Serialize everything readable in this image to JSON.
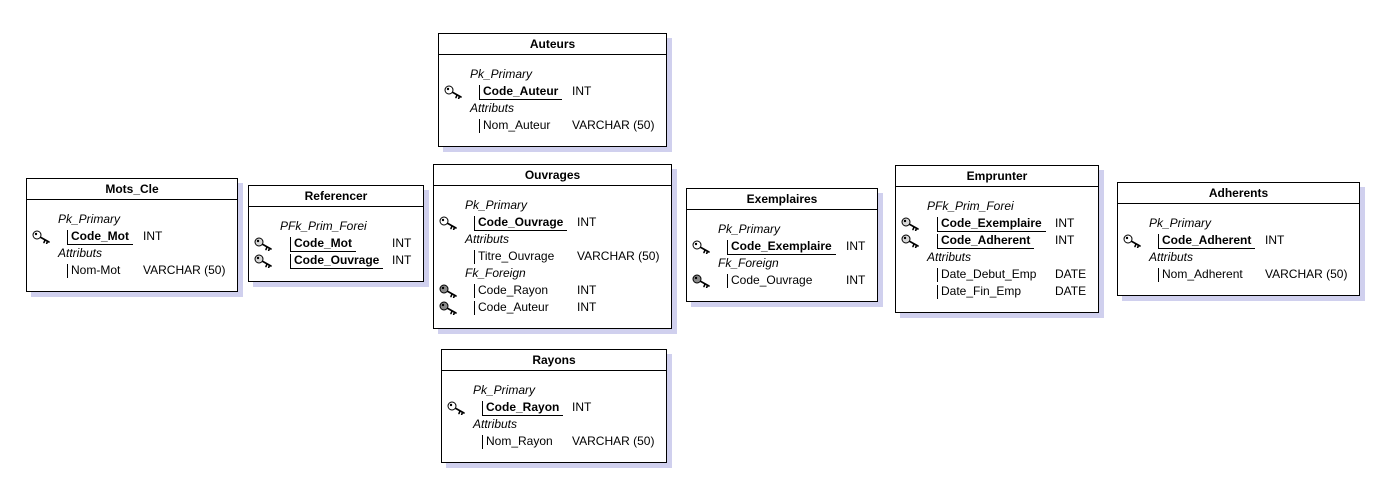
{
  "tables": [
    {
      "id": "mots-cle",
      "title": "Mots_Cle",
      "groups": [
        {
          "label": "Pk_Primary",
          "columns": [
            {
              "name": "Code_Mot",
              "type": "INT",
              "key": "primary"
            }
          ]
        },
        {
          "label": "Attributs",
          "columns": [
            {
              "name": "Nom-Mot",
              "type": "VARCHAR (50)",
              "key": null
            }
          ]
        }
      ]
    },
    {
      "id": "referencer",
      "title": "Referencer",
      "groups": [
        {
          "label": "PFk_Prim_Forei",
          "columns": [
            {
              "name": "Code_Mot",
              "type": "INT",
              "key": "prim-foreign"
            },
            {
              "name": "Code_Ouvrage",
              "type": "INT",
              "key": "prim-foreign"
            }
          ]
        }
      ]
    },
    {
      "id": "auteurs",
      "title": "Auteurs",
      "groups": [
        {
          "label": "Pk_Primary",
          "columns": [
            {
              "name": "Code_Auteur",
              "type": "INT",
              "key": "primary"
            }
          ]
        },
        {
          "label": "Attributs",
          "columns": [
            {
              "name": "Nom_Auteur",
              "type": "VARCHAR (50)",
              "key": null
            }
          ]
        }
      ]
    },
    {
      "id": "ouvrages",
      "title": "Ouvrages",
      "groups": [
        {
          "label": "Pk_Primary",
          "columns": [
            {
              "name": "Code_Ouvrage",
              "type": "INT",
              "key": "primary"
            }
          ]
        },
        {
          "label": "Attributs",
          "columns": [
            {
              "name": "Titre_Ouvrage",
              "type": "VARCHAR (50)",
              "key": null
            }
          ]
        },
        {
          "label": "Fk_Foreign",
          "columns": [
            {
              "name": "Code_Rayon",
              "type": "INT",
              "key": "foreign"
            },
            {
              "name": "Code_Auteur",
              "type": "INT",
              "key": "foreign"
            }
          ]
        }
      ]
    },
    {
      "id": "rayons",
      "title": "Rayons",
      "groups": [
        {
          "label": "Pk_Primary",
          "columns": [
            {
              "name": "Code_Rayon",
              "type": "INT",
              "key": "primary"
            }
          ]
        },
        {
          "label": "Attributs",
          "columns": [
            {
              "name": "Nom_Rayon",
              "type": "VARCHAR (50)",
              "key": null
            }
          ]
        }
      ]
    },
    {
      "id": "exemplaires",
      "title": "Exemplaires",
      "groups": [
        {
          "label": "Pk_Primary",
          "columns": [
            {
              "name": "Code_Exemplaire",
              "type": "INT",
              "key": "primary"
            }
          ]
        },
        {
          "label": "Fk_Foreign",
          "columns": [
            {
              "name": "Code_Ouvrage",
              "type": "INT",
              "key": "foreign"
            }
          ]
        }
      ]
    },
    {
      "id": "emprunter",
      "title": "Emprunter",
      "groups": [
        {
          "label": "PFk_Prim_Forei",
          "columns": [
            {
              "name": "Code_Exemplaire",
              "type": "INT",
              "key": "prim-foreign"
            },
            {
              "name": "Code_Adherent",
              "type": "INT",
              "key": "prim-foreign"
            }
          ]
        },
        {
          "label": "Attributs",
          "columns": [
            {
              "name": "Date_Debut_Emp",
              "type": "DATE",
              "key": null
            },
            {
              "name": "Date_Fin_Emp",
              "type": "DATE",
              "key": null
            }
          ]
        }
      ]
    },
    {
      "id": "adherents",
      "title": "Adherents",
      "groups": [
        {
          "label": "Pk_Primary",
          "columns": [
            {
              "name": "Code_Adherent",
              "type": "INT",
              "key": "primary"
            }
          ]
        },
        {
          "label": "Attributs",
          "columns": [
            {
              "name": "Nom_Adherent",
              "type": "VARCHAR (50)",
              "key": null
            }
          ]
        }
      ]
    }
  ]
}
